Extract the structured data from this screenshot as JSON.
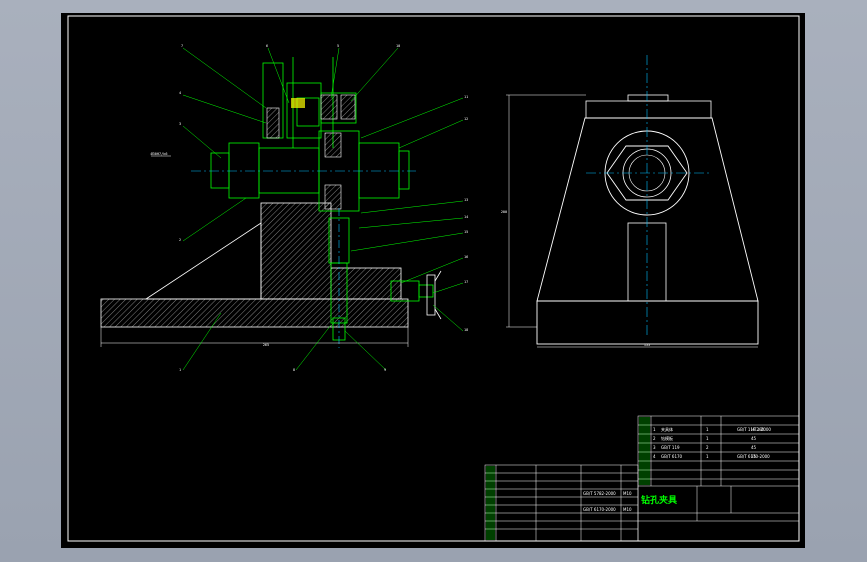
{
  "drawing": {
    "title_cn": "钻孔夹具",
    "colors": {
      "outline": "#ffffff",
      "green": "#00ff00",
      "yellow": "#ffff00",
      "cyan": "#00bfff",
      "magenta": "#ff00ff",
      "hatch": "#ffffff"
    },
    "section_view": {
      "balloons": [
        "7",
        "6",
        "5",
        "10",
        "11",
        "12",
        "4",
        "3",
        "2",
        "13",
        "14",
        "15",
        "16",
        "17",
        "18",
        "1",
        "8",
        "9"
      ],
      "dim_bottom": "265",
      "dim_left_label": "Ø30H7/k6"
    },
    "side_view": {
      "dim_height": "200",
      "dim_width": "155"
    },
    "bom_small": {
      "rows": [
        [
          "GB/T 5782-2000",
          "M10"
        ],
        [
          "GB/T 6170-2000",
          "M10"
        ]
      ]
    },
    "bom_large": {
      "rows": [
        [
          "1",
          "夹具体",
          "1",
          "HT200"
        ],
        [
          "2",
          "钻模板",
          "1",
          "45"
        ],
        [
          "3",
          "GB/T 119",
          "2",
          "45"
        ],
        [
          "4",
          "GB/T 6170",
          "1",
          "35"
        ]
      ],
      "std_a": "GB/T 119.1-2000",
      "std_b": "GB/T 6170-2000"
    }
  }
}
